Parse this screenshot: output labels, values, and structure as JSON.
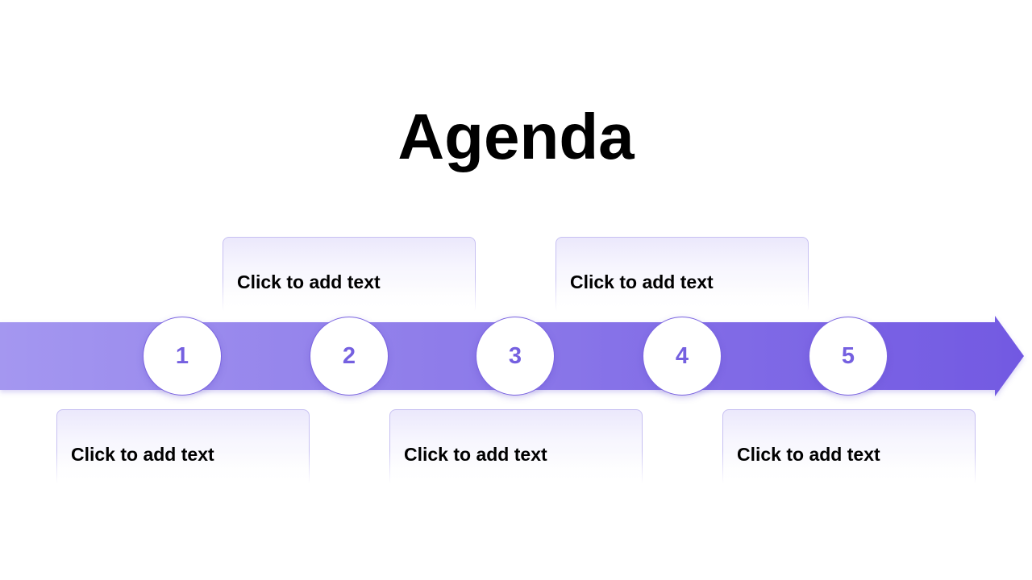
{
  "title": "Agenda",
  "colors": {
    "accent": "#7560e0",
    "arrow_start": "#a497f0",
    "arrow_end": "#7259e2",
    "box_border": "#c7c0f2"
  },
  "steps": [
    {
      "number": "1",
      "text": "Click to add text",
      "position": "below"
    },
    {
      "number": "2",
      "text": "Click to add text",
      "position": "above"
    },
    {
      "number": "3",
      "text": "Click to add text",
      "position": "below"
    },
    {
      "number": "4",
      "text": "Click to add text",
      "position": "above"
    },
    {
      "number": "5",
      "text": "Click to add text",
      "position": "below"
    }
  ]
}
